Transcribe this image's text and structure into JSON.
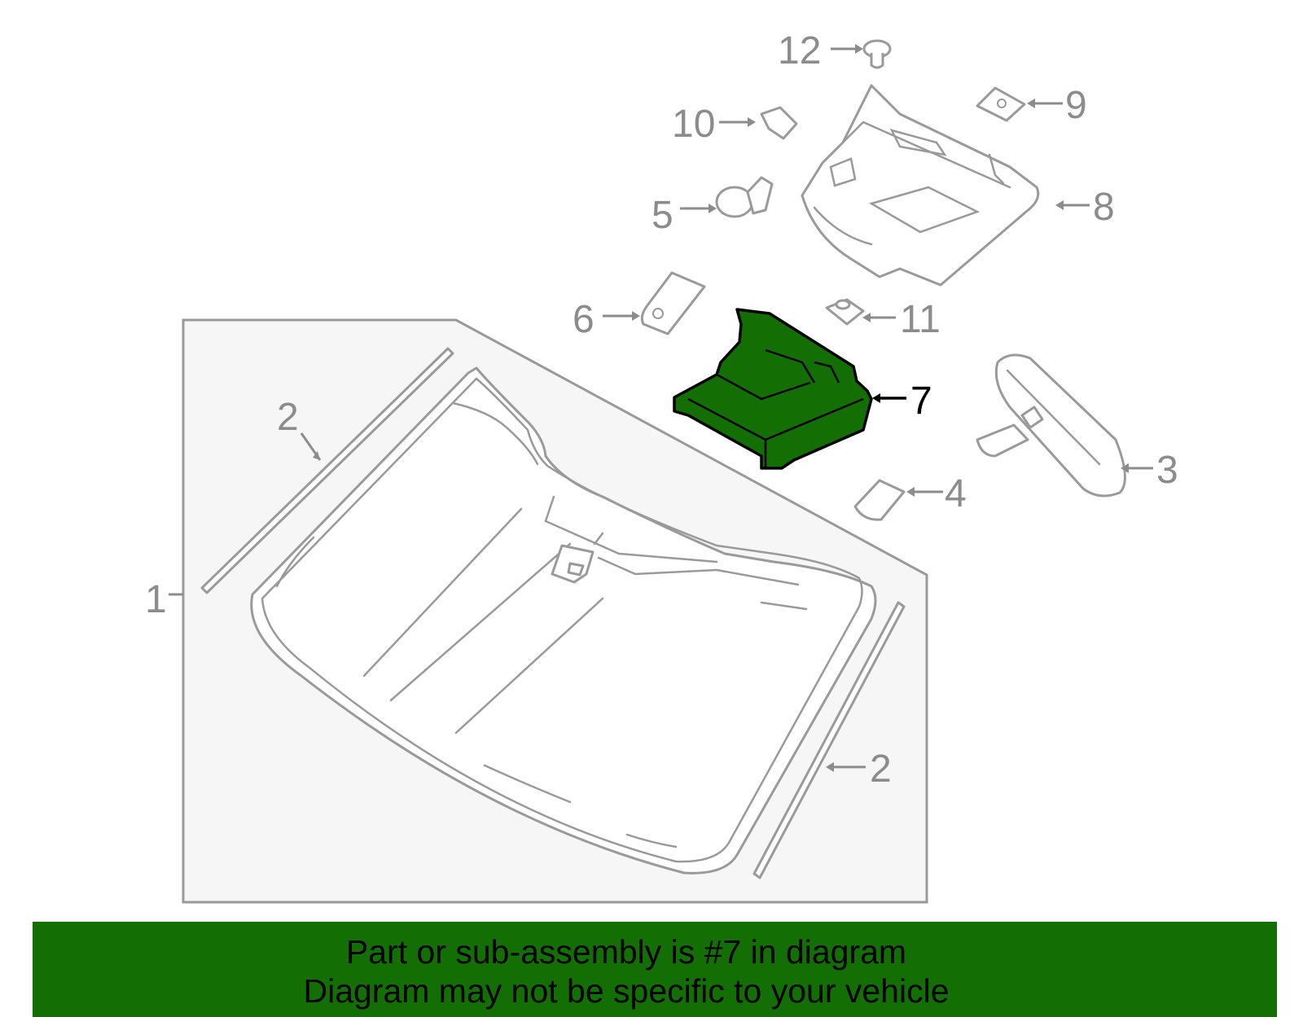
{
  "callouts": [
    {
      "id": "1",
      "label": "1"
    },
    {
      "id": "2a",
      "label": "2"
    },
    {
      "id": "2b",
      "label": "2"
    },
    {
      "id": "3",
      "label": "3"
    },
    {
      "id": "4",
      "label": "4"
    },
    {
      "id": "5",
      "label": "5"
    },
    {
      "id": "6",
      "label": "6"
    },
    {
      "id": "7",
      "label": "7"
    },
    {
      "id": "8",
      "label": "8"
    },
    {
      "id": "9",
      "label": "9"
    },
    {
      "id": "10",
      "label": "10"
    },
    {
      "id": "11",
      "label": "11"
    },
    {
      "id": "12",
      "label": "12"
    }
  ],
  "highlight": {
    "part": "7",
    "color": "#136f04"
  },
  "colors": {
    "line": "#9a9a9a",
    "panel": "#f6f6f6",
    "banner": "#136f04"
  },
  "banner": {
    "line1": "Part or sub-assembly is #7 in diagram",
    "line2": "Diagram may not be specific to your vehicle"
  }
}
